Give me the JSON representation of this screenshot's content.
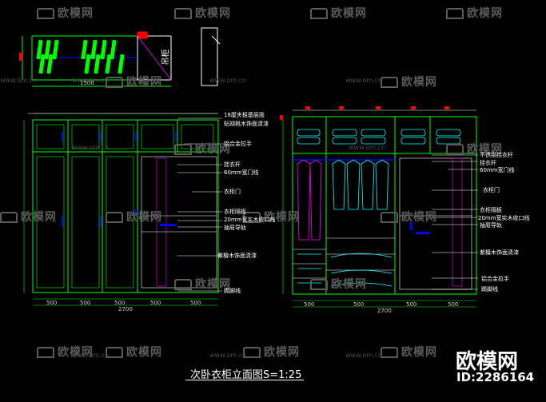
{
  "drawing": {
    "title": "次卧衣柜立面图S=1:25",
    "plan_label": "吊柜"
  },
  "watermark": {
    "brand": "欧模网",
    "url": "www.om.cn",
    "id": "ID:2286164"
  },
  "annotations_left": [
    "18厘夹板基层面",
    "贴胡桃木饰面清漆",
    "铝合金拉手",
    "挂衣杆",
    "60mm宽门线",
    "衣柜门",
    "衣柜隔板",
    "20mm宽实木收口线",
    "抽屉导轨",
    "紫檀木饰面清漆",
    "踢脚线"
  ],
  "annotations_right": [
    "不锈钢挂衣杆",
    "挂衣杆",
    "60mm宽门线",
    "衣柜门",
    "衣柜隔板",
    "20mm宽实木收口线",
    "抽屉导轨",
    "紫檀木饰面清漆",
    "铝合金拉手",
    "踢脚线"
  ],
  "dims": {
    "plan_total": "1500",
    "left_total": "2700",
    "right_total": "2700",
    "left_segments": [
      "500",
      "500",
      "500",
      "500",
      "500"
    ],
    "right_segments": [
      "500",
      "500",
      "500",
      "500"
    ]
  }
}
